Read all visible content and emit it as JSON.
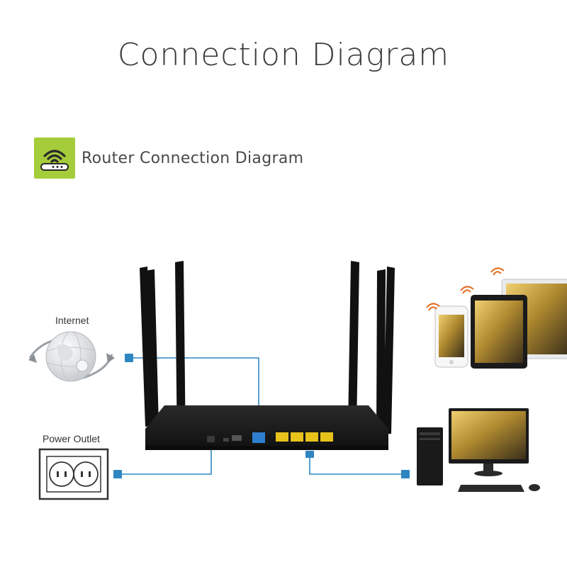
{
  "title": "Connection Diagram",
  "subtitle": "Router Connection Diagram",
  "labels": {
    "internet": "Internet",
    "power_outlet": "Power Outlet"
  },
  "icons": {
    "subtitle_icon": "wifi-router-icon",
    "internet": "globe-icon",
    "power": "power-outlet-icon",
    "devices": "wireless-devices-icon",
    "desktop": "desktop-computer-icon"
  },
  "colors": {
    "accent": "#a5cc3a",
    "cable": "#2e86c1",
    "router": "#1c1c1c",
    "wan_port": "#2f7fd0",
    "lan_port": "#e8c21a"
  }
}
